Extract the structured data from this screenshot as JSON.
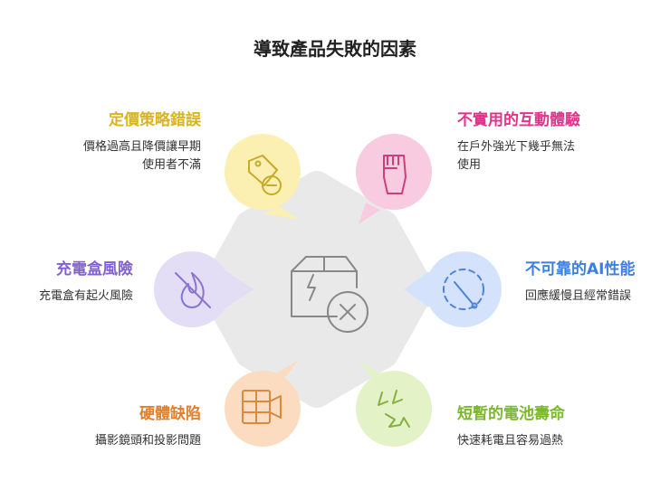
{
  "title": "導致產品失敗的因素",
  "factors": [
    {
      "label": "定價策略錯誤",
      "desc_lines": [
        "價格過高且降價讓早期",
        "使用者不滿"
      ],
      "color": "#e0c12a",
      "icon": "price-tag-minus-icon"
    },
    {
      "label": "不實用的互動體驗",
      "desc_lines": [
        "在戶外強光下幾乎無法",
        "使用"
      ],
      "color": "#e2338a",
      "icon": "raised-fist-icon"
    },
    {
      "label": "充電盒風險",
      "desc_lines": [
        "充電盒有起火風險"
      ],
      "color": "#8260d2",
      "icon": "no-fire-icon"
    },
    {
      "label": "不可靠的AI性能",
      "desc_lines": [
        "回應緩慢且經常錯誤"
      ],
      "color": "#3d7fe0",
      "icon": "dashed-timer-icon"
    },
    {
      "label": "硬體缺陷",
      "desc_lines": [
        "攝影鏡頭和投影問題"
      ],
      "color": "#e0802c",
      "icon": "camera-projector-icon"
    },
    {
      "label": "短暫的電池壽命",
      "desc_lines": [
        "快速耗電且容易過熱"
      ],
      "color": "#7cb82c",
      "icon": "crackle-icon"
    }
  ],
  "center_icon": "broken-box-x-icon"
}
